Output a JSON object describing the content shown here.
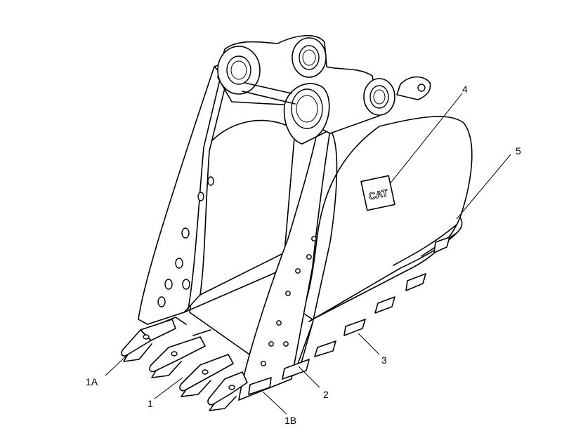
{
  "diagram": {
    "logo_text": "CAT",
    "callouts": [
      {
        "id": "c1A",
        "label": "1A"
      },
      {
        "id": "c1",
        "label": "1"
      },
      {
        "id": "c1B",
        "label": "1B"
      },
      {
        "id": "c2",
        "label": "2"
      },
      {
        "id": "c3",
        "label": "3"
      },
      {
        "id": "c4",
        "label": "4"
      },
      {
        "id": "c5",
        "label": "5"
      }
    ]
  }
}
